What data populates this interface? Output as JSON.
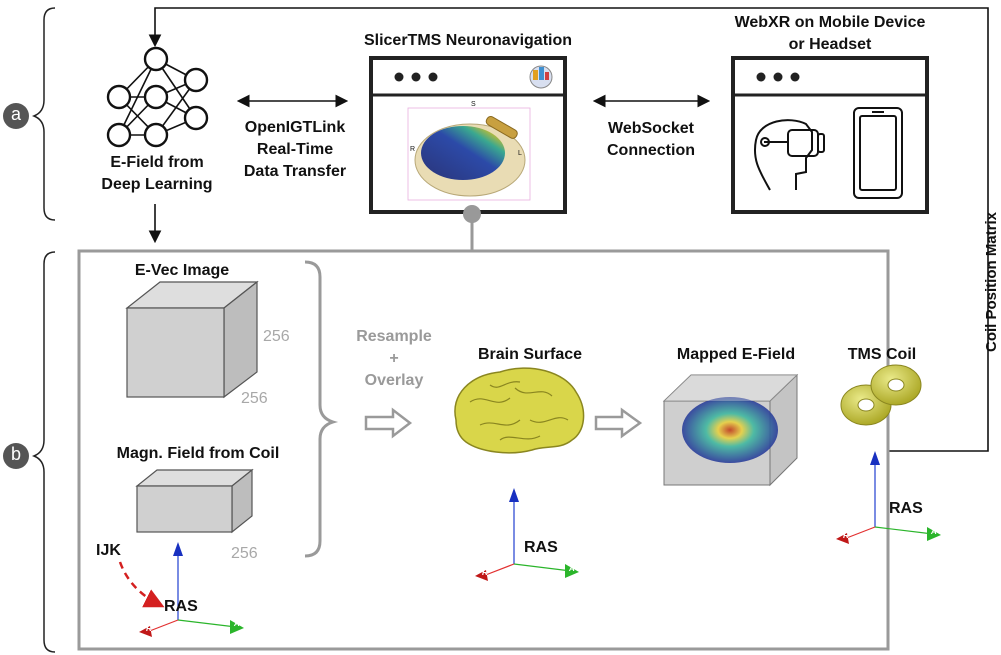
{
  "badges": {
    "a": "a",
    "b": "b"
  },
  "deep_learning": {
    "label_line1": "E-Field from",
    "label_line2": "Deep Learning"
  },
  "openigtlink": {
    "line1": "OpenIGTLink",
    "line2": "Real-Time",
    "line3": "Data Transfer"
  },
  "slicer": {
    "title": "SlicerTMS Neuronavigation",
    "view_label_s": "S",
    "view_label_r": "R",
    "view_label_l": "L"
  },
  "websocket": {
    "line1": "WebSocket",
    "line2": "Connection"
  },
  "webxr": {
    "title_line1": "WebXR on Mobile Device",
    "title_line2": "or Headset"
  },
  "coil_position_matrix": "Coil Position Matrix",
  "evec": {
    "title": "E-Vec Image",
    "dim_right": "256",
    "dim_bottom": "256"
  },
  "magn": {
    "title": "Magn. Field from Coil",
    "dim_bottom": "256"
  },
  "resample": {
    "line1": "Resample",
    "line2": "+",
    "line3": "Overlay"
  },
  "brain_surface": {
    "title": "Brain Surface"
  },
  "mapped_efield": {
    "title": "Mapped E-Field"
  },
  "tms_coil": {
    "title": "TMS Coil"
  },
  "coords": {
    "ijk": "IJK",
    "ras": "RAS",
    "axis_r": "R",
    "axis_s": "S",
    "axis_a": "A"
  },
  "colors": {
    "frame_gray": "#9a9a9a",
    "brain_yellow": "#d9d64a",
    "axis_red": "#e23030",
    "axis_green": "#2bb52b",
    "axis_blue": "#2040d0"
  }
}
